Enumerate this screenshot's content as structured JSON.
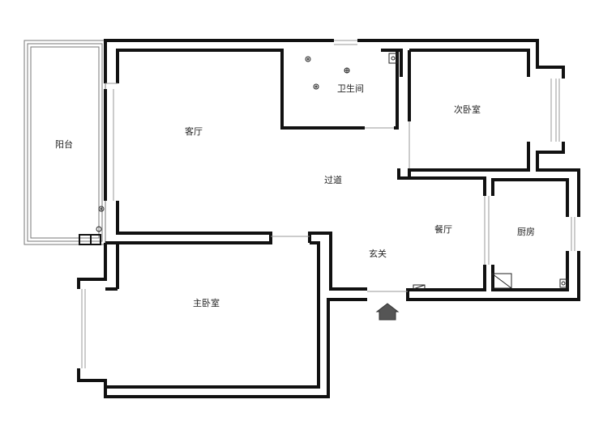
{
  "rooms": {
    "balcony": "阳台",
    "living_room": "客厅",
    "bathroom": "卫生间",
    "second_bedroom": "次卧室",
    "corridor": "过道",
    "dining_room": "餐厅",
    "kitchen": "厨房",
    "entrance": "玄关",
    "master_bedroom": "主卧室"
  },
  "icons": {
    "entrance_marker": "entrance-arrow-icon"
  }
}
